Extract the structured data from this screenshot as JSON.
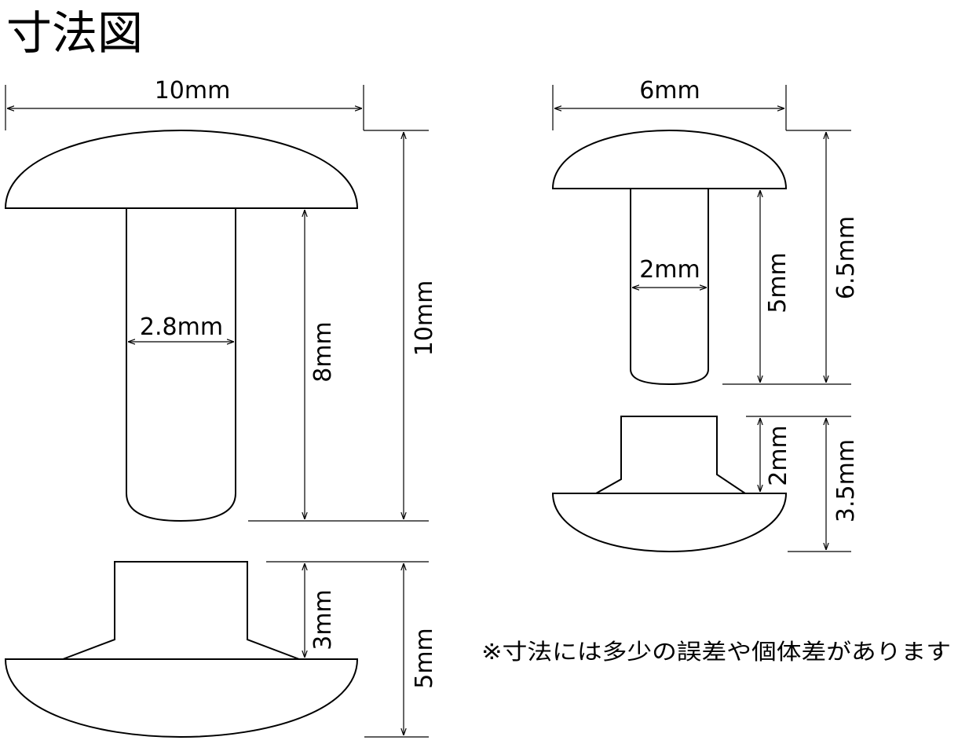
{
  "title": "寸法図",
  "large_rivet": {
    "head_width": "10mm",
    "total_height": "10mm",
    "shaft_diameter": "2.8mm",
    "shaft_length": "8mm",
    "cap_height": "5mm",
    "cap_post_height": "3mm"
  },
  "small_rivet": {
    "head_width": "6mm",
    "total_height": "6.5mm",
    "shaft_diameter": "2mm",
    "shaft_length": "5mm",
    "cap_height": "3.5mm",
    "cap_post_height": "2mm"
  },
  "note": "※寸法には多少の誤差や個体差があります"
}
